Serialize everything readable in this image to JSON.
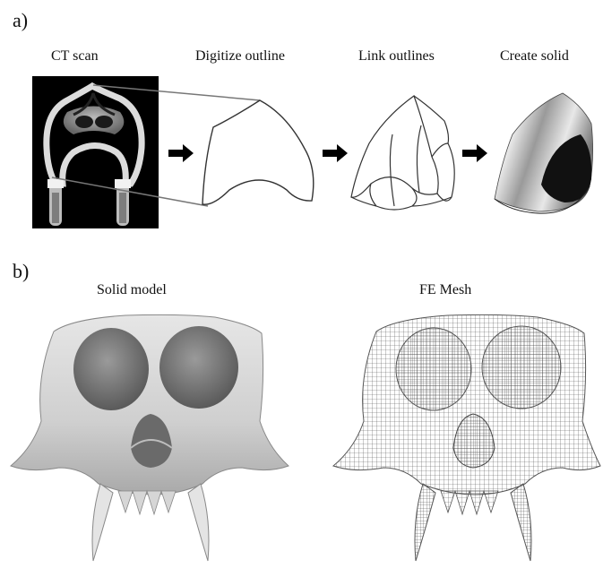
{
  "panel_a": {
    "label": "a)",
    "steps": [
      {
        "caption": "CT scan"
      },
      {
        "caption": "Digitize outline"
      },
      {
        "caption": "Link outlines"
      },
      {
        "caption": "Create solid"
      }
    ]
  },
  "panel_b": {
    "label": "b)",
    "left_caption": "Solid model",
    "right_caption": "FE Mesh"
  },
  "colors": {
    "ct_background": "#000000",
    "outline_stroke": "#333333",
    "arrow": "#000000",
    "solid_light": "#e2e2e2",
    "solid_dark": "#111111",
    "skull_fill": "#d9d9d9",
    "mesh_stroke": "#555555"
  }
}
